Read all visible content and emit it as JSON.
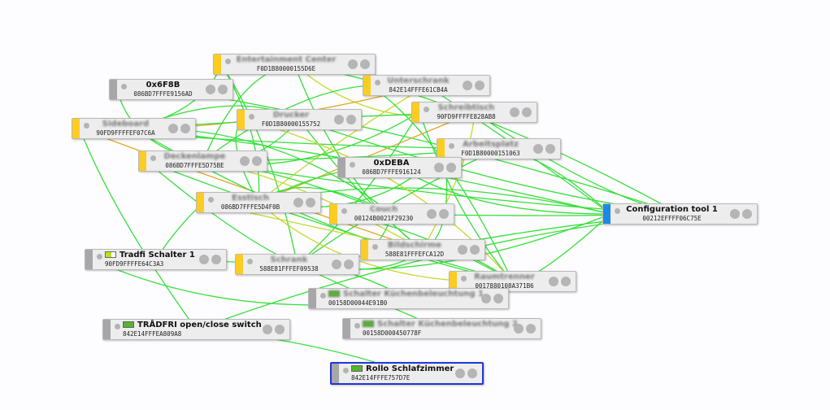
{
  "colors": {
    "router": "#fbcd22",
    "enddevice": "#a7a6a8",
    "coordinator": "#1e88e5",
    "link_good": "#35e03a",
    "link_mid": "#c5d92a",
    "link_weak": "#e3a622",
    "selected": "#2136d9"
  },
  "nodes": [
    {
      "id": "ec",
      "name": "Entertainment Center",
      "mac": "F0D1B80000155D6E",
      "type": "router",
      "blurred": true
    },
    {
      "id": "n6f8b",
      "name": "0x6F8B",
      "mac": "086BD7FFFE9156AD",
      "type": "enddevice",
      "blurred": false
    },
    {
      "id": "us",
      "name": "Unterschrank",
      "mac": "842E14FFFE61CB4A",
      "type": "router",
      "blurred": true
    },
    {
      "id": "st",
      "name": "Schreibtisch",
      "mac": "90FD9FFFFE828AB8",
      "type": "router",
      "blurred": true
    },
    {
      "id": "sb",
      "name": "Sideboard",
      "mac": "90FD9FFFFEF07C6A",
      "type": "router",
      "blurred": true
    },
    {
      "id": "dr",
      "name": "Drucker",
      "mac": "F0D1B80000155752",
      "type": "router",
      "blurred": true
    },
    {
      "id": "ap",
      "name": "Arbeitsplatz",
      "mac": "F0D1B80000151063",
      "type": "router",
      "blurred": true
    },
    {
      "id": "dl",
      "name": "Deckenlampe",
      "mac": "086BD7FFFE5D75BE",
      "type": "router",
      "blurred": true
    },
    {
      "id": "ndeba",
      "name": "0xDEBA",
      "mac": "086BD7FFFE916124",
      "type": "enddevice",
      "blurred": false
    },
    {
      "id": "et",
      "name": "Esstisch",
      "mac": "086BD7FFFE5D4F0B",
      "type": "router",
      "blurred": true
    },
    {
      "id": "co",
      "name": "Couch",
      "mac": "00124B0021F29230",
      "type": "router",
      "blurred": true
    },
    {
      "id": "ct",
      "name": "Configuration tool 1",
      "mac": "00212EFFFF06C75E",
      "type": "coordinator",
      "blurred": false
    },
    {
      "id": "ts",
      "name": "Tradfi Schalter 1",
      "mac": "90FD9FFFFE64C3A3",
      "type": "enddevice",
      "blurred": false,
      "battery": "half"
    },
    {
      "id": "sr",
      "name": "Schrank",
      "mac": "588E81FFFEF09538",
      "type": "router",
      "blurred": true
    },
    {
      "id": "bs",
      "name": "Bildschirme",
      "mac": "588E81FFFEFCA12D",
      "type": "router",
      "blurred": true
    },
    {
      "id": "rt",
      "name": "Raumtrenner",
      "mac": "0017880108A371B6",
      "type": "router",
      "blurred": true
    },
    {
      "id": "sk1",
      "name": "Schalter Küchenbeleuchtung 1",
      "mac": "00158D00044E91B0",
      "type": "enddevice",
      "blurred": true,
      "battery": "full"
    },
    {
      "id": "tr",
      "name": "TRÅDFRI open/close switch",
      "mac": "842E14FFFEA809A8",
      "type": "enddevice",
      "blurred": false,
      "battery": "full"
    },
    {
      "id": "sk2",
      "name": "Schalter Küchenbeleuchtung 2",
      "mac": "00158D000450778F",
      "type": "enddevice",
      "blurred": true,
      "battery": "full"
    },
    {
      "id": "rs",
      "name": "Rollo Schlafzimmer",
      "mac": "842E14FFFE757D7E",
      "type": "enddevice",
      "blurred": false,
      "battery": "full",
      "selected": true
    }
  ],
  "links": [
    [
      "ct",
      "ec",
      "good"
    ],
    [
      "ct",
      "us",
      "good"
    ],
    [
      "ct",
      "st",
      "good"
    ],
    [
      "ct",
      "sb",
      "good"
    ],
    [
      "ct",
      "dr",
      "good"
    ],
    [
      "ct",
      "ap",
      "good"
    ],
    [
      "ct",
      "dl",
      "good"
    ],
    [
      "ct",
      "et",
      "good"
    ],
    [
      "ct",
      "co",
      "good"
    ],
    [
      "ct",
      "sr",
      "good"
    ],
    [
      "ct",
      "bs",
      "good"
    ],
    [
      "ct",
      "rt",
      "good"
    ],
    [
      "ct",
      "n6f8b",
      "good"
    ],
    [
      "ct",
      "ndeba",
      "good"
    ],
    [
      "ct",
      "tr",
      "good"
    ],
    [
      "ec",
      "sb",
      "good"
    ],
    [
      "ec",
      "dl",
      "good"
    ],
    [
      "ec",
      "et",
      "good"
    ],
    [
      "ec",
      "st",
      "mid"
    ],
    [
      "ec",
      "us",
      "weak"
    ],
    [
      "ec",
      "bs",
      "good"
    ],
    [
      "ec",
      "sr",
      "good"
    ],
    [
      "us",
      "sb",
      "weak"
    ],
    [
      "us",
      "dl",
      "good"
    ],
    [
      "us",
      "et",
      "mid"
    ],
    [
      "us",
      "rt",
      "good"
    ],
    [
      "st",
      "sb",
      "good"
    ],
    [
      "st",
      "dl",
      "good"
    ],
    [
      "st",
      "et",
      "weak"
    ],
    [
      "st",
      "sr",
      "good"
    ],
    [
      "st",
      "bs",
      "mid"
    ],
    [
      "st",
      "rt",
      "good"
    ],
    [
      "sb",
      "dr",
      "good"
    ],
    [
      "sb",
      "ap",
      "good"
    ],
    [
      "sb",
      "co",
      "good"
    ],
    [
      "sb",
      "bs",
      "weak"
    ],
    [
      "sb",
      "rt",
      "good"
    ],
    [
      "sb",
      "tr",
      "good"
    ],
    [
      "dr",
      "dl",
      "good"
    ],
    [
      "dr",
      "et",
      "good"
    ],
    [
      "dr",
      "bs",
      "good"
    ],
    [
      "dr",
      "rt",
      "mid"
    ],
    [
      "ap",
      "dl",
      "good"
    ],
    [
      "ap",
      "et",
      "good"
    ],
    [
      "ap",
      "sr",
      "good"
    ],
    [
      "ap",
      "bs",
      "good"
    ],
    [
      "dl",
      "co",
      "good"
    ],
    [
      "dl",
      "sr",
      "good"
    ],
    [
      "dl",
      "bs",
      "mid"
    ],
    [
      "dl",
      "rt",
      "good"
    ],
    [
      "et",
      "co",
      "good"
    ],
    [
      "et",
      "bs",
      "mid"
    ],
    [
      "et",
      "rt",
      "mid"
    ],
    [
      "et",
      "ts",
      "good"
    ],
    [
      "co",
      "sr",
      "good"
    ],
    [
      "co",
      "rt",
      "good"
    ],
    [
      "sr",
      "bs",
      "good"
    ],
    [
      "sr",
      "sk1",
      "good"
    ],
    [
      "sr",
      "sk2",
      "good"
    ],
    [
      "bs",
      "rt",
      "good"
    ],
    [
      "ts",
      "sr",
      "good"
    ],
    [
      "ts",
      "sk1",
      "good"
    ],
    [
      "tr",
      "rs",
      "good"
    ],
    [
      "rt",
      "sk1",
      "good"
    ],
    [
      "ndeba",
      "et",
      "good"
    ],
    [
      "n6f8b",
      "dl",
      "good"
    ]
  ]
}
